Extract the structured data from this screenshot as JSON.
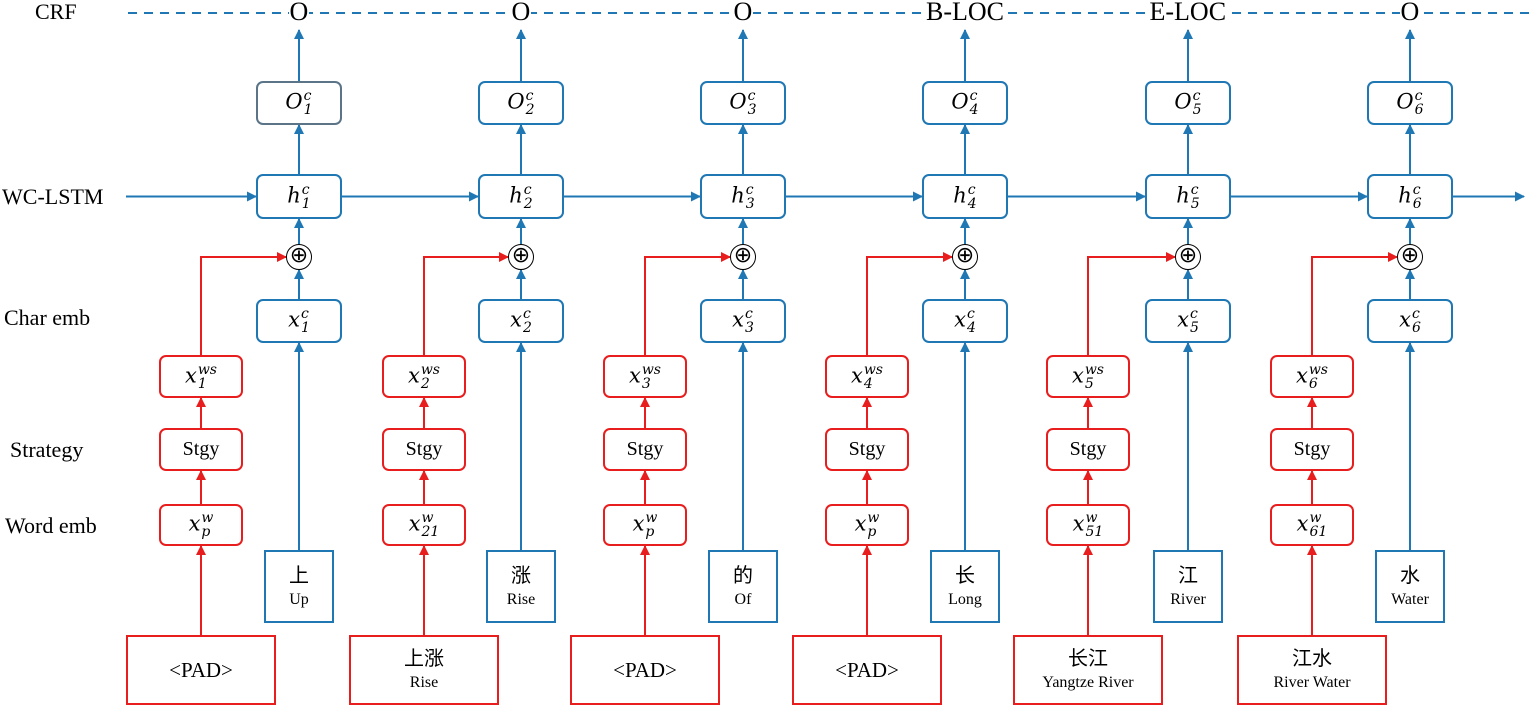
{
  "rows": {
    "crf": "CRF",
    "wclstm": "WC-LSTM",
    "char_emb": "Char emb",
    "strategy": "Strategy",
    "word_emb": "Word emb"
  },
  "plus_symbol": "⊕",
  "colors": {
    "blue": "#1f77b4",
    "red": "#e81e1e",
    "gray": "#5b7488"
  },
  "columns": [
    {
      "tag": "O",
      "o_var": "O",
      "h_var": "h",
      "c_sup": "c",
      "idx": "1",
      "ws_var": "x",
      "ws_sup": "ws",
      "stgy": "Stgy",
      "w_var": "x",
      "w_sup": "w",
      "w_sub": "p",
      "char": "上",
      "char_tr": "Up",
      "word": "<PAD>",
      "word_tr": ""
    },
    {
      "tag": "O",
      "o_var": "O",
      "h_var": "h",
      "c_sup": "c",
      "idx": "2",
      "ws_var": "x",
      "ws_sup": "ws",
      "stgy": "Stgy",
      "w_var": "x",
      "w_sup": "w",
      "w_sub": "21",
      "char": "涨",
      "char_tr": "Rise",
      "word": "上涨",
      "word_tr": "Rise"
    },
    {
      "tag": "O",
      "o_var": "O",
      "h_var": "h",
      "c_sup": "c",
      "idx": "3",
      "ws_var": "x",
      "ws_sup": "ws",
      "stgy": "Stgy",
      "w_var": "x",
      "w_sup": "w",
      "w_sub": "p",
      "char": "的",
      "char_tr": "Of",
      "word": "<PAD>",
      "word_tr": ""
    },
    {
      "tag": "B-LOC",
      "o_var": "O",
      "h_var": "h",
      "c_sup": "c",
      "idx": "4",
      "ws_var": "x",
      "ws_sup": "ws",
      "stgy": "Stgy",
      "w_var": "x",
      "w_sup": "w",
      "w_sub": "p",
      "char": "长",
      "char_tr": "Long",
      "word": "<PAD>",
      "word_tr": ""
    },
    {
      "tag": "E-LOC",
      "o_var": "O",
      "h_var": "h",
      "c_sup": "c",
      "idx": "5",
      "ws_var": "x",
      "ws_sup": "ws",
      "stgy": "Stgy",
      "w_var": "x",
      "w_sup": "w",
      "w_sub": "51",
      "char": "江",
      "char_tr": "River",
      "word": "长江",
      "word_tr": "Yangtze River"
    },
    {
      "tag": "O",
      "o_var": "O",
      "h_var": "h",
      "c_sup": "c",
      "idx": "6",
      "ws_var": "x",
      "ws_sup": "ws",
      "stgy": "Stgy",
      "w_var": "x",
      "w_sup": "w",
      "w_sub": "61",
      "char": "水",
      "char_tr": "Water",
      "word": "江水",
      "word_tr": "River Water"
    }
  ]
}
